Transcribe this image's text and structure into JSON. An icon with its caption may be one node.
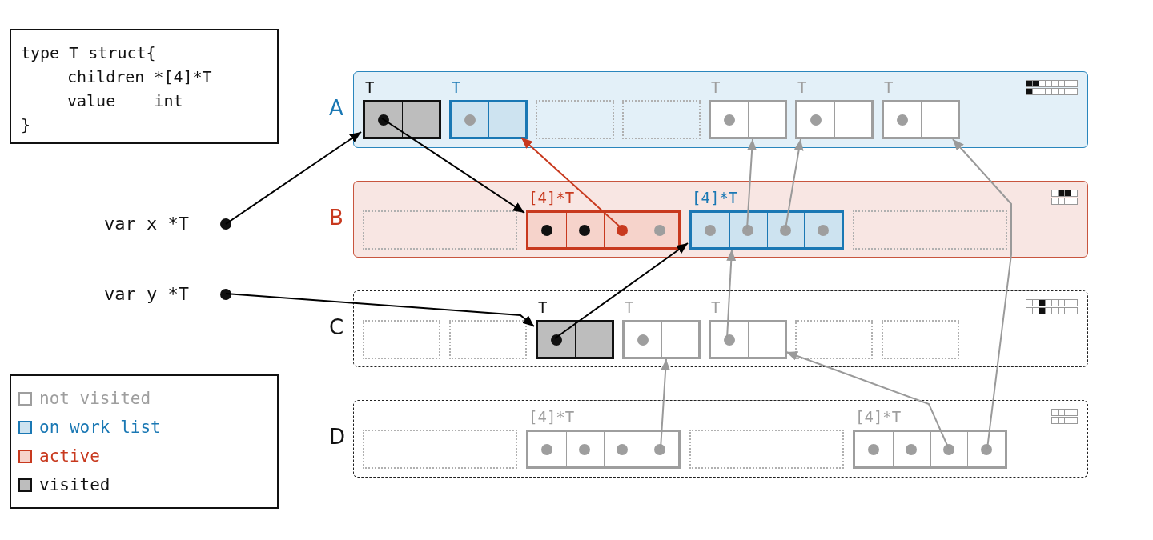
{
  "diagram": {
    "nodes": [
      {
        "text": [
          "type T struct{",
          "children *[4]*T",
          "value    int",
          "}"
        ]
      },
      {
        "text": [
          "var x *T"
        ]
      },
      {
        "text": [
          "var y *T"
        ]
      },
      {
        "text": [
          "A"
        ]
      },
      {
        "text": [
          "T"
        ],
        "in": 3
      },
      {
        "text": [
          "T"
        ],
        "in": 3
      },
      {
        "text": [],
        "shape": "box",
        "in": 3
      },
      {
        "text": [],
        "shape": "box",
        "in": 3
      },
      {
        "text": [
          "T"
        ],
        "in": 3
      },
      {
        "text": [
          "T"
        ],
        "in": 3
      },
      {
        "text": [
          "T"
        ],
        "in": 3
      },
      {
        "text": [
          "B"
        ]
      },
      {
        "text": [],
        "shape": "box",
        "in": 11
      },
      {
        "text": [
          "[4]*T"
        ],
        "in": 11
      },
      {
        "text": [
          "[4]*T"
        ],
        "in": 11
      },
      {
        "text": [],
        "shape": "box",
        "in": 11
      },
      {
        "text": [
          "C"
        ]
      },
      {
        "text": [],
        "shape": "box",
        "in": 16
      },
      {
        "text": [],
        "shape": "box",
        "in": 16
      },
      {
        "text": [
          "T"
        ],
        "in": 16
      },
      {
        "text": [
          "T"
        ],
        "in": 16
      },
      {
        "text": [
          "T"
        ],
        "in": 16
      },
      {
        "text": [],
        "shape": "box",
        "in": 16
      },
      {
        "text": [],
        "shape": "box",
        "in": 16
      },
      {
        "text": [
          "D"
        ]
      },
      {
        "text": [],
        "shape": "box",
        "in": 24
      },
      {
        "text": [
          "[4]*T"
        ],
        "in": 24
      },
      {
        "text": [],
        "shape": "box",
        "in": 24
      },
      {
        "text": [
          "[4]*T"
        ],
        "in": 24
      }
    ],
    "edges": [
      {
        "from": 1,
        "to": 4,
        "arrow": "to",
        "color": "#000000"
      },
      {
        "from": 4,
        "to": 13,
        "arrow": "to",
        "color": "#000000"
      },
      {
        "from": 13,
        "to": 5,
        "arrow": "to",
        "color": "#c8391e"
      },
      {
        "from": 2,
        "to": 19,
        "arrow": "to",
        "color": "#000000"
      },
      {
        "from": 19,
        "to": 14,
        "arrow": "to",
        "color": "#000000"
      },
      {
        "from": 14,
        "to": 8,
        "arrow": "to"
      },
      {
        "from": 14,
        "to": 9,
        "arrow": "to"
      },
      {
        "from": 28,
        "to": 10,
        "arrow": "to"
      },
      {
        "from": 21,
        "to": 14,
        "arrow": "to"
      },
      {
        "from": 26,
        "to": 20,
        "arrow": "to"
      },
      {
        "from": 28,
        "to": 21,
        "arrow": "to"
      }
    ],
    "legend": [
      {
        "text": "not visited",
        "color": "#ffffff"
      },
      {
        "text": "on work list",
        "color": "#cde3f0"
      },
      {
        "text": "active",
        "color": "#f6d3cb"
      },
      {
        "text": "visited",
        "color": "#bdbdbd"
      }
    ]
  }
}
